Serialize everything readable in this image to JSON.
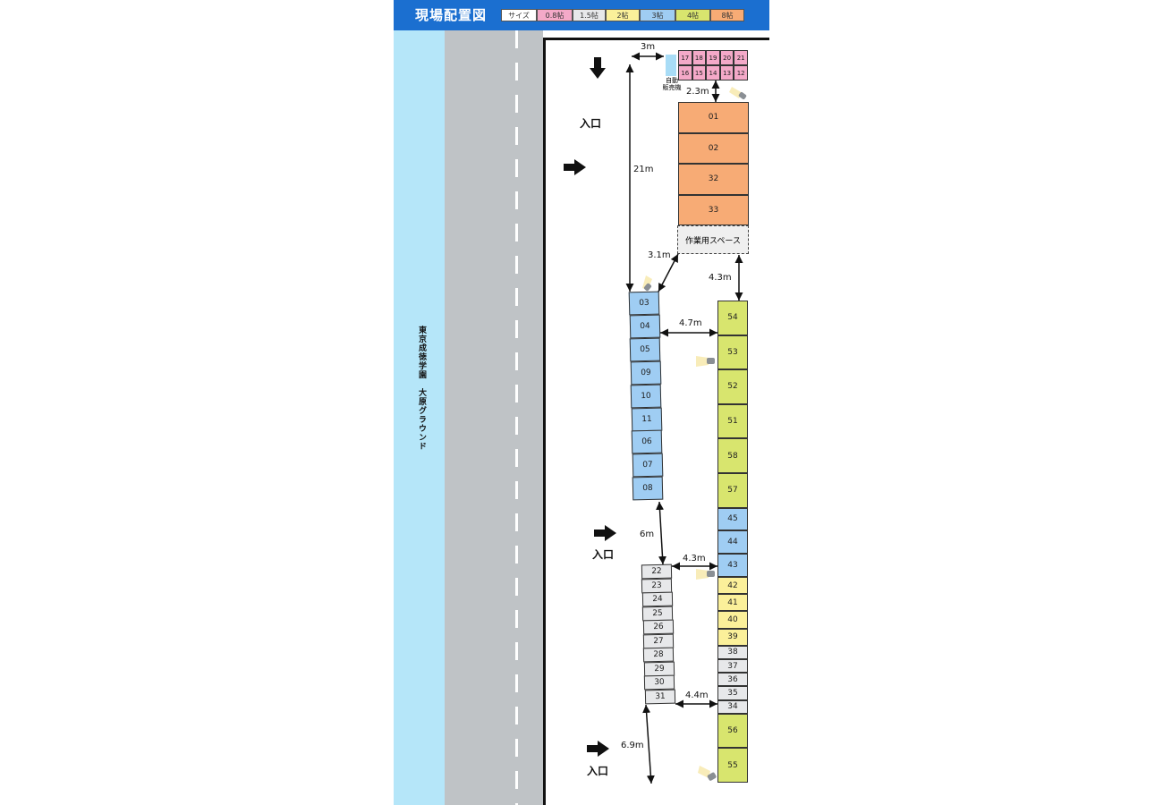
{
  "title": "現場配置図",
  "legend": [
    {
      "label": "サイズ",
      "color": "#ffffff"
    },
    {
      "label": "0.8帖",
      "color": "#f4a9c8"
    },
    {
      "label": "1.5帖",
      "color": "#e7e8ea"
    },
    {
      "label": "2帖",
      "color": "#fbf09a"
    },
    {
      "label": "3帖",
      "color": "#9fcdf3"
    },
    {
      "label": "4帖",
      "color": "#d8e56e"
    },
    {
      "label": "8帖",
      "color": "#f7ab75"
    }
  ],
  "school_label": "東京成徳学園　大原グラウンド",
  "entrance_label": "入口",
  "workspace_label": "作業用スペース",
  "vending_label": "自動\n販売機",
  "dimensions": {
    "d3m": "3m",
    "d2_3m": "2.3m",
    "d21m": "21m",
    "d3_1m": "3.1m",
    "d4_3m_top": "4.3m",
    "d4_7m": "4.7m",
    "d6m": "6m",
    "d4_3m_mid": "4.3m",
    "d4_4m": "4.4m",
    "d6_9m": "6.9m"
  },
  "units": {
    "small_top_row": [
      "17",
      "18",
      "19",
      "20",
      "21"
    ],
    "small_bottom_row": [
      "16",
      "15",
      "14",
      "13",
      "12"
    ],
    "big_column": [
      "01",
      "02",
      "32",
      "33"
    ],
    "blue_column": [
      "03",
      "04",
      "05",
      "09",
      "10",
      "11",
      "06",
      "07",
      "08"
    ],
    "gray_column": [
      "22",
      "23",
      "24",
      "25",
      "26",
      "27",
      "28",
      "29",
      "30",
      "31"
    ],
    "right_column": [
      {
        "id": "54",
        "size": "u4"
      },
      {
        "id": "53",
        "size": "u4"
      },
      {
        "id": "52",
        "size": "u4"
      },
      {
        "id": "51",
        "size": "u4"
      },
      {
        "id": "58",
        "size": "u4"
      },
      {
        "id": "57",
        "size": "u4"
      },
      {
        "id": "45",
        "size": "u3"
      },
      {
        "id": "44",
        "size": "u3"
      },
      {
        "id": "43",
        "size": "u3"
      },
      {
        "id": "42",
        "size": "u2"
      },
      {
        "id": "41",
        "size": "u2"
      },
      {
        "id": "40",
        "size": "u2"
      },
      {
        "id": "39",
        "size": "u2"
      },
      {
        "id": "38",
        "size": "u15"
      },
      {
        "id": "37",
        "size": "u15"
      },
      {
        "id": "36",
        "size": "u15"
      },
      {
        "id": "35",
        "size": "u15"
      },
      {
        "id": "34",
        "size": "u15"
      },
      {
        "id": "56",
        "size": "u4"
      },
      {
        "id": "55",
        "size": "u4"
      }
    ]
  }
}
